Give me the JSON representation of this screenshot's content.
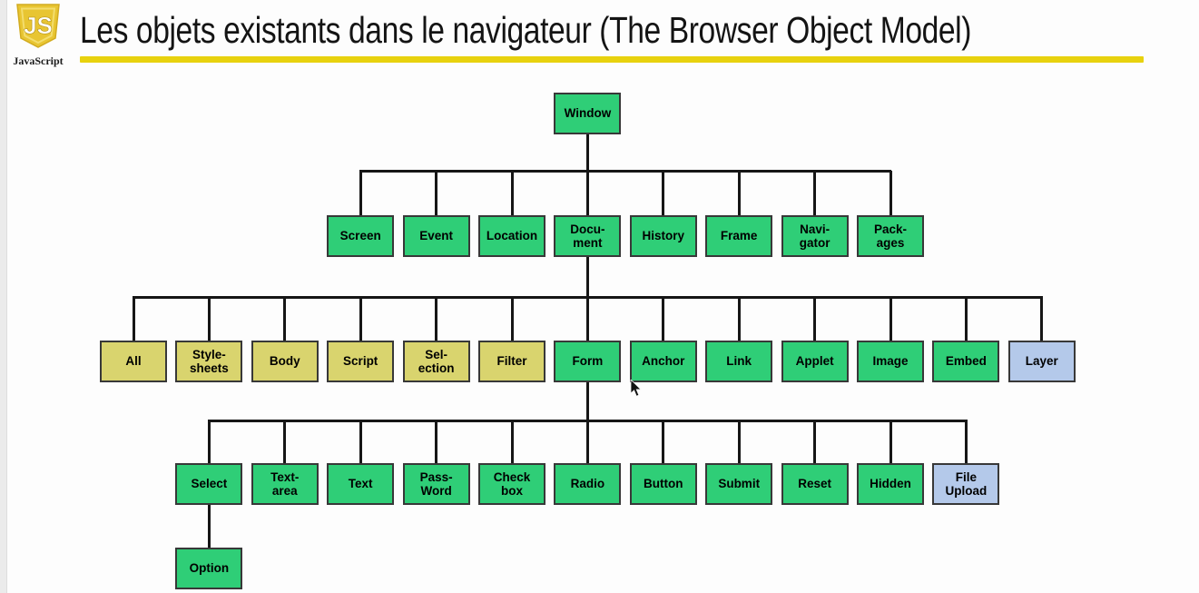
{
  "header": {
    "logo": {
      "text": "JS",
      "caption": "JavaScript"
    },
    "title": "Les objets existants dans le navigateur (The Browser Object Model)"
  },
  "colors": {
    "accent": "#e8d20e",
    "green": "#2fce77",
    "yellow": "#d9d46e",
    "blue": "#b4c9ea",
    "line": "#161616"
  },
  "diagram": {
    "nodes": [
      {
        "id": "window",
        "label": "Window",
        "color": "green",
        "row": 1,
        "col": 6
      },
      {
        "id": "screen",
        "label": "Screen",
        "color": "green",
        "row": 2,
        "col": 3
      },
      {
        "id": "event",
        "label": "Event",
        "color": "green",
        "row": 2,
        "col": 4
      },
      {
        "id": "location",
        "label": "Location",
        "color": "green",
        "row": 2,
        "col": 5
      },
      {
        "id": "document",
        "label": "Docu-\nment",
        "color": "green",
        "row": 2,
        "col": 6
      },
      {
        "id": "history",
        "label": "History",
        "color": "green",
        "row": 2,
        "col": 7
      },
      {
        "id": "frame",
        "label": "Frame",
        "color": "green",
        "row": 2,
        "col": 8
      },
      {
        "id": "navigator",
        "label": "Navi-\ngator",
        "color": "green",
        "row": 2,
        "col": 9
      },
      {
        "id": "packages",
        "label": "Pack-\nages",
        "color": "green",
        "row": 2,
        "col": 10
      },
      {
        "id": "all",
        "label": "All",
        "color": "yellow",
        "row": 3,
        "col": 0
      },
      {
        "id": "stylesheets",
        "label": "Style-\nsheets",
        "color": "yellow",
        "row": 3,
        "col": 1
      },
      {
        "id": "body",
        "label": "Body",
        "color": "yellow",
        "row": 3,
        "col": 2
      },
      {
        "id": "script",
        "label": "Script",
        "color": "yellow",
        "row": 3,
        "col": 3
      },
      {
        "id": "selection",
        "label": "Sel-\nection",
        "color": "yellow",
        "row": 3,
        "col": 4
      },
      {
        "id": "filter",
        "label": "Filter",
        "color": "yellow",
        "row": 3,
        "col": 5
      },
      {
        "id": "form",
        "label": "Form",
        "color": "green",
        "row": 3,
        "col": 6
      },
      {
        "id": "anchor",
        "label": "Anchor",
        "color": "green",
        "row": 3,
        "col": 7
      },
      {
        "id": "link",
        "label": "Link",
        "color": "green",
        "row": 3,
        "col": 8
      },
      {
        "id": "applet",
        "label": "Applet",
        "color": "green",
        "row": 3,
        "col": 9
      },
      {
        "id": "image",
        "label": "Image",
        "color": "green",
        "row": 3,
        "col": 10
      },
      {
        "id": "embed",
        "label": "Embed",
        "color": "green",
        "row": 3,
        "col": 11
      },
      {
        "id": "layer",
        "label": "Layer",
        "color": "blue",
        "row": 3,
        "col": 12
      },
      {
        "id": "select",
        "label": "Select",
        "color": "green",
        "row": 4,
        "col": 1
      },
      {
        "id": "textarea",
        "label": "Text-\narea",
        "color": "green",
        "row": 4,
        "col": 2
      },
      {
        "id": "text",
        "label": "Text",
        "color": "green",
        "row": 4,
        "col": 3
      },
      {
        "id": "password",
        "label": "Pass-\nWord",
        "color": "green",
        "row": 4,
        "col": 4
      },
      {
        "id": "checkbox",
        "label": "Check\nbox",
        "color": "green",
        "row": 4,
        "col": 5
      },
      {
        "id": "radio",
        "label": "Radio",
        "color": "green",
        "row": 4,
        "col": 6
      },
      {
        "id": "button",
        "label": "Button",
        "color": "green",
        "row": 4,
        "col": 7
      },
      {
        "id": "submit",
        "label": "Submit",
        "color": "green",
        "row": 4,
        "col": 8
      },
      {
        "id": "reset",
        "label": "Reset",
        "color": "green",
        "row": 4,
        "col": 9
      },
      {
        "id": "hidden",
        "label": "Hidden",
        "color": "green",
        "row": 4,
        "col": 10
      },
      {
        "id": "fileupload",
        "label": "File\nUpload",
        "color": "blue",
        "row": 4,
        "col": 11
      },
      {
        "id": "option",
        "label": "Option",
        "color": "green",
        "row": 5,
        "col": 1
      }
    ],
    "links": [
      {
        "parent": "window",
        "children": [
          "screen",
          "event",
          "location",
          "document",
          "history",
          "frame",
          "navigator",
          "packages"
        ]
      },
      {
        "parent": "document",
        "children": [
          "all",
          "stylesheets",
          "body",
          "script",
          "selection",
          "filter",
          "form",
          "anchor",
          "link",
          "applet",
          "image",
          "embed",
          "layer"
        ]
      },
      {
        "parent": "form",
        "children": [
          "select",
          "textarea",
          "text",
          "password",
          "checkbox",
          "radio",
          "button",
          "submit",
          "reset",
          "hidden",
          "fileupload"
        ]
      },
      {
        "parent": "select",
        "children": [
          "option"
        ]
      }
    ]
  }
}
